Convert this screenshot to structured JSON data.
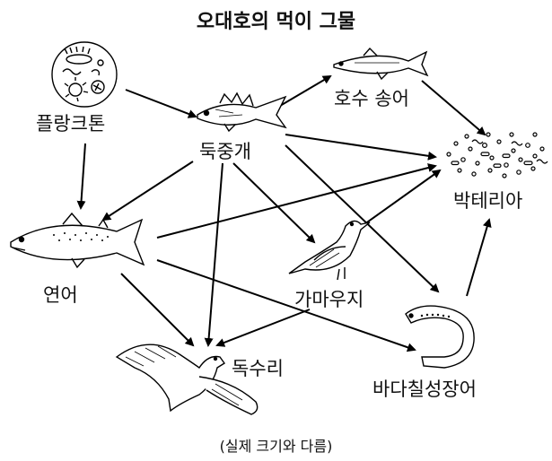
{
  "title": "오대호의 먹이 그물",
  "footnote": "(실제 크기와 다름)",
  "organisms": {
    "plankton": "플랑크톤",
    "sculpin": "둑중개",
    "lake_trout": "호수 송어",
    "bacteria": "박테리아",
    "salmon": "연어",
    "cormorant": "가마우지",
    "sea_lamprey": "바다칠성장어",
    "eagle": "독수리"
  }
}
